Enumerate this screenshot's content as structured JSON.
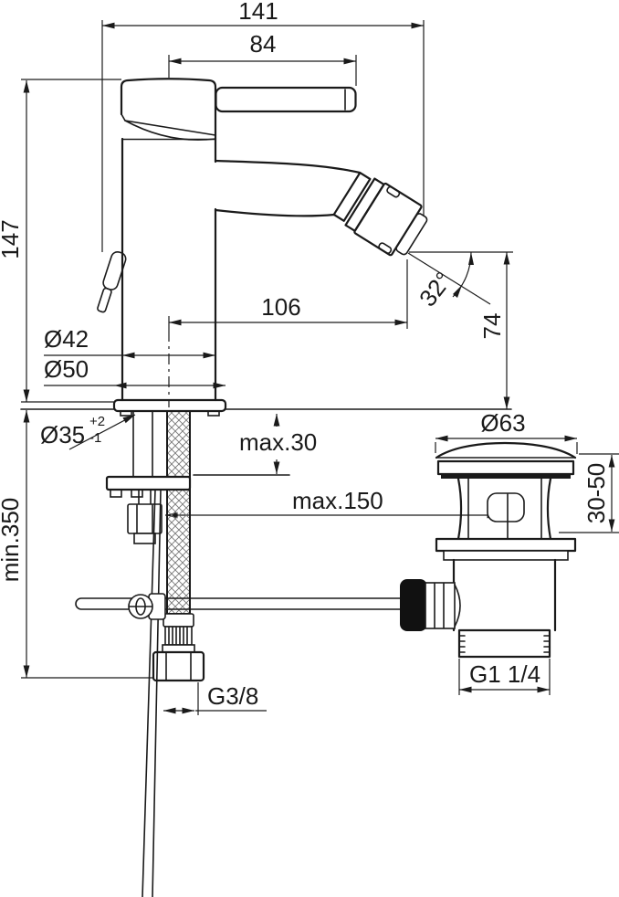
{
  "title": "Bidet mixer with pop-up waste - dimensional drawing",
  "colors": {
    "line": "#1a1a1a",
    "background": "#ffffff"
  },
  "labels": {
    "overall_width": "141",
    "handle_length": "84",
    "body_height": "147",
    "spout_reach": "106",
    "spray_angle": "32°",
    "spout_height": "74",
    "body_diameter": "Ø42",
    "base_diameter": "Ø50",
    "hole_diameter": "Ø35",
    "hole_tol_plus": "+2",
    "hole_tol_minus": "-1",
    "deck_thickness": "max.30",
    "popup_rod_reach": "max.150",
    "waste_cap_diameter": "Ø63",
    "waste_height_range": "30-50",
    "min_clearance": "min.350",
    "supply_thread": "G3/8",
    "waste_thread": "G1 1/4"
  }
}
